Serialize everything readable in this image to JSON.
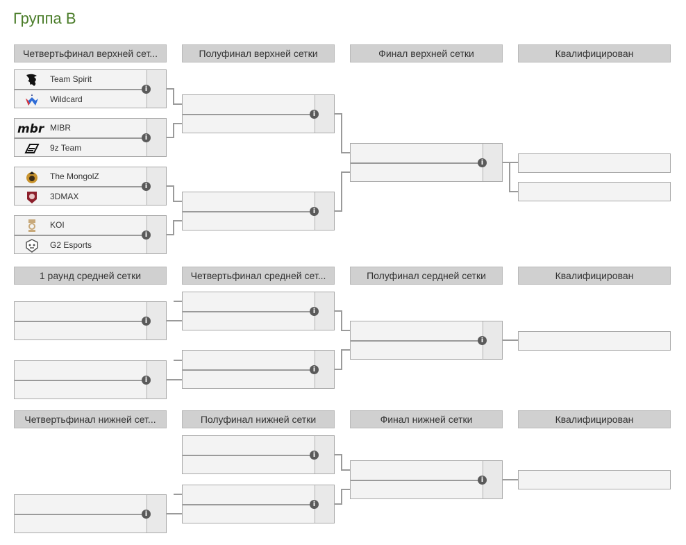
{
  "title": "Группа B",
  "upper": {
    "headers": [
      "Четвертьфинал верхней сет...",
      "Полуфинал верхней сетки",
      "Финал верхней сетки",
      "Квалифицирован"
    ],
    "matches": [
      {
        "team1": "Team Spirit",
        "team2": "Wildcard",
        "logo1": "team-spirit-logo",
        "logo2": "wildcard-logo"
      },
      {
        "team1": "MIBR",
        "team2": "9z Team",
        "logo1": "mibr-logo",
        "logo2": "9z-team-logo"
      },
      {
        "team1": "The MongolZ",
        "team2": "3DMAX",
        "logo1": "the-mongolz-logo",
        "logo2": "3dmax-logo"
      },
      {
        "team1": "KOI",
        "team2": "G2 Esports",
        "logo1": "koi-logo",
        "logo2": "g2-esports-logo"
      }
    ]
  },
  "middle": {
    "headers": [
      "1 раунд средней сетки",
      "Четвертьфинал средней сет...",
      "Полуфинал сердней сетки",
      "Квалифицирован"
    ]
  },
  "lower": {
    "headers": [
      "Четвертьфинал нижней сет...",
      "Полуфинал нижней сетки",
      "Финал нижней сетки",
      "Квалифицирован"
    ]
  },
  "info_glyph": "i",
  "colors": {
    "title": "#4b7d2a",
    "header_bg": "#d0d0d0",
    "match_bg": "#f3f3f3",
    "line": "#9a9a9a"
  }
}
